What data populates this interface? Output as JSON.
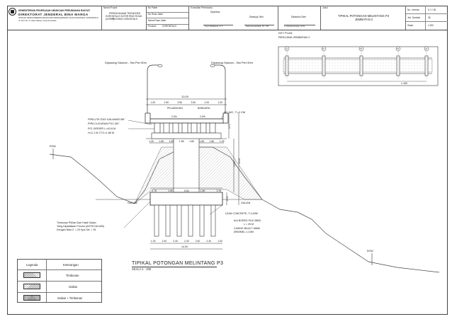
{
  "title_block": {
    "ministry": "KEMENTERIAN PEKERJAAN UMUM DAN PERUMAHAN RAKYAT",
    "directorate": "DIREKTORAT JENDERAL BINA MARGA",
    "address_1": "SATUAN KERJA PERENCANAAN DAN PENGAWASAN JALAN NASIONAL GORONTALO",
    "address_2": "Jl. Prof. Dr. H. Aloei Saboe, Kota Gorontalo",
    "project_label": "Nama Proyek",
    "project_name_1": "PERENCANAAN TEKNIK/DED",
    "project_name_2": "GORONTALO OUTER RING ROAD (GORR)",
    "project_name_3": "PROVINSI GORONTALO",
    "package_label": "No Paket",
    "road_no_label": "No Ruas Jalan",
    "road_name_label": "Nama Ruas Jalan",
    "province_label": "Provinsi",
    "province_value": "GORONTALO",
    "consultant_label": "Konsultan Perencana",
    "checked_label": "Diperiksa",
    "approved_label": "Disetujui Oleh",
    "known_label": "Diketahui Oleh",
    "sheet_label": "Judul",
    "sheet_title_1": "TIPIKAL POTONGAN MELINTANG P3",
    "sheet_title_2": "JEMBATAN 2",
    "no_sheet_label": "No. Lembar",
    "no_sheet_value": "S-1 / 36",
    "drawing_no_label": "Jml. Gambar",
    "drawing_no_value": "36",
    "scale_label": "Skala",
    "scale_value": "1:200",
    "sig_left": "Tenri Pattiasina, S.T",
    "sig_mid": "Dedi Asmarahadi, ST., MT",
    "sig_right": "Ir. Ahmad Fauzan, M.Si"
  },
  "drawing": {
    "title": "TIPIKAL POTONGAN MELINTANG P3",
    "scale": "SKALA 1 : 200",
    "key_plan_title": "KEY PLAN",
    "key_plan_sub": "RENCANA JEMBATAN 2",
    "railing_left": "Dipasang Saluran - Sisi Pier 50m",
    "railing_right": "Dipasang Saluran - Sisi Pier 50m",
    "total_width": "13.00",
    "dims_top": [
      "1.00",
      "2.50",
      "3.50",
      "3.50",
      "2.00",
      "1.00"
    ],
    "lane_left": "PELABUHAN",
    "lane_right": "BANDARA",
    "slope_left": "2.0%",
    "slope_right": "2.0%",
    "asphalt_note": "AC-WC, T=4 CM",
    "pipe_1": "PIPA UTILITAS GALVANIS Ø6\"",
    "pipe_2": "PIPA CUCURAN PVC Ø4\"",
    "girder": "PCI GIRDER L=40.8 M",
    "girder_2": "H=2.1 M CTC=1.85 M",
    "girder_spacing": [
      "1.25",
      "1.85",
      "1.85",
      "1.85",
      "1.85",
      "1.85",
      "1.85",
      "1.25"
    ],
    "h_dim_1": "3.70",
    "h_dim_2": "10.50",
    "h_dim_3": "16.67",
    "h_dim_4": "2.00",
    "pier_dims": [
      "2.75",
      "1.50",
      "5.50",
      "1.50",
      "2.75"
    ],
    "galian_left": "GALIAN",
    "galian_right": "GALIAN",
    "lean_concrete": "LEAN CONCRETE, T=100M",
    "pile_1": "6x4 BORED PILE Ø800",
    "pile_2": "L = 26 M",
    "casing_1": "CASING BAJA T=8MM",
    "casing_2": "Ø900MM, L=10M",
    "fill_note_1": "Timbunan Pilihan Dari Hasil Galian",
    "fill_note_2": "Yang Dipadatkan Proctor (ASTM D&1400)",
    "fill_note_3": "Dengan Nilai C' = 20 Kpa Sin' = 35",
    "pile_dims": [
      "1.00",
      "2.40",
      "2.40",
      "2.40",
      "2.40",
      "2.40",
      "1.00"
    ],
    "pile_total": "14.00",
    "row_label_left": "ROW",
    "row_label_right": "ROW"
  },
  "legend": {
    "col_1": "Legenda",
    "col_2": "Keterangan",
    "rows": [
      "Timbunan",
      "Galian",
      "Galian + Timbunan"
    ]
  },
  "key_plan": {
    "markers": [
      "A1",
      "P1",
      "P2",
      "P3",
      "A2"
    ],
    "bottom_label": "L=165"
  }
}
